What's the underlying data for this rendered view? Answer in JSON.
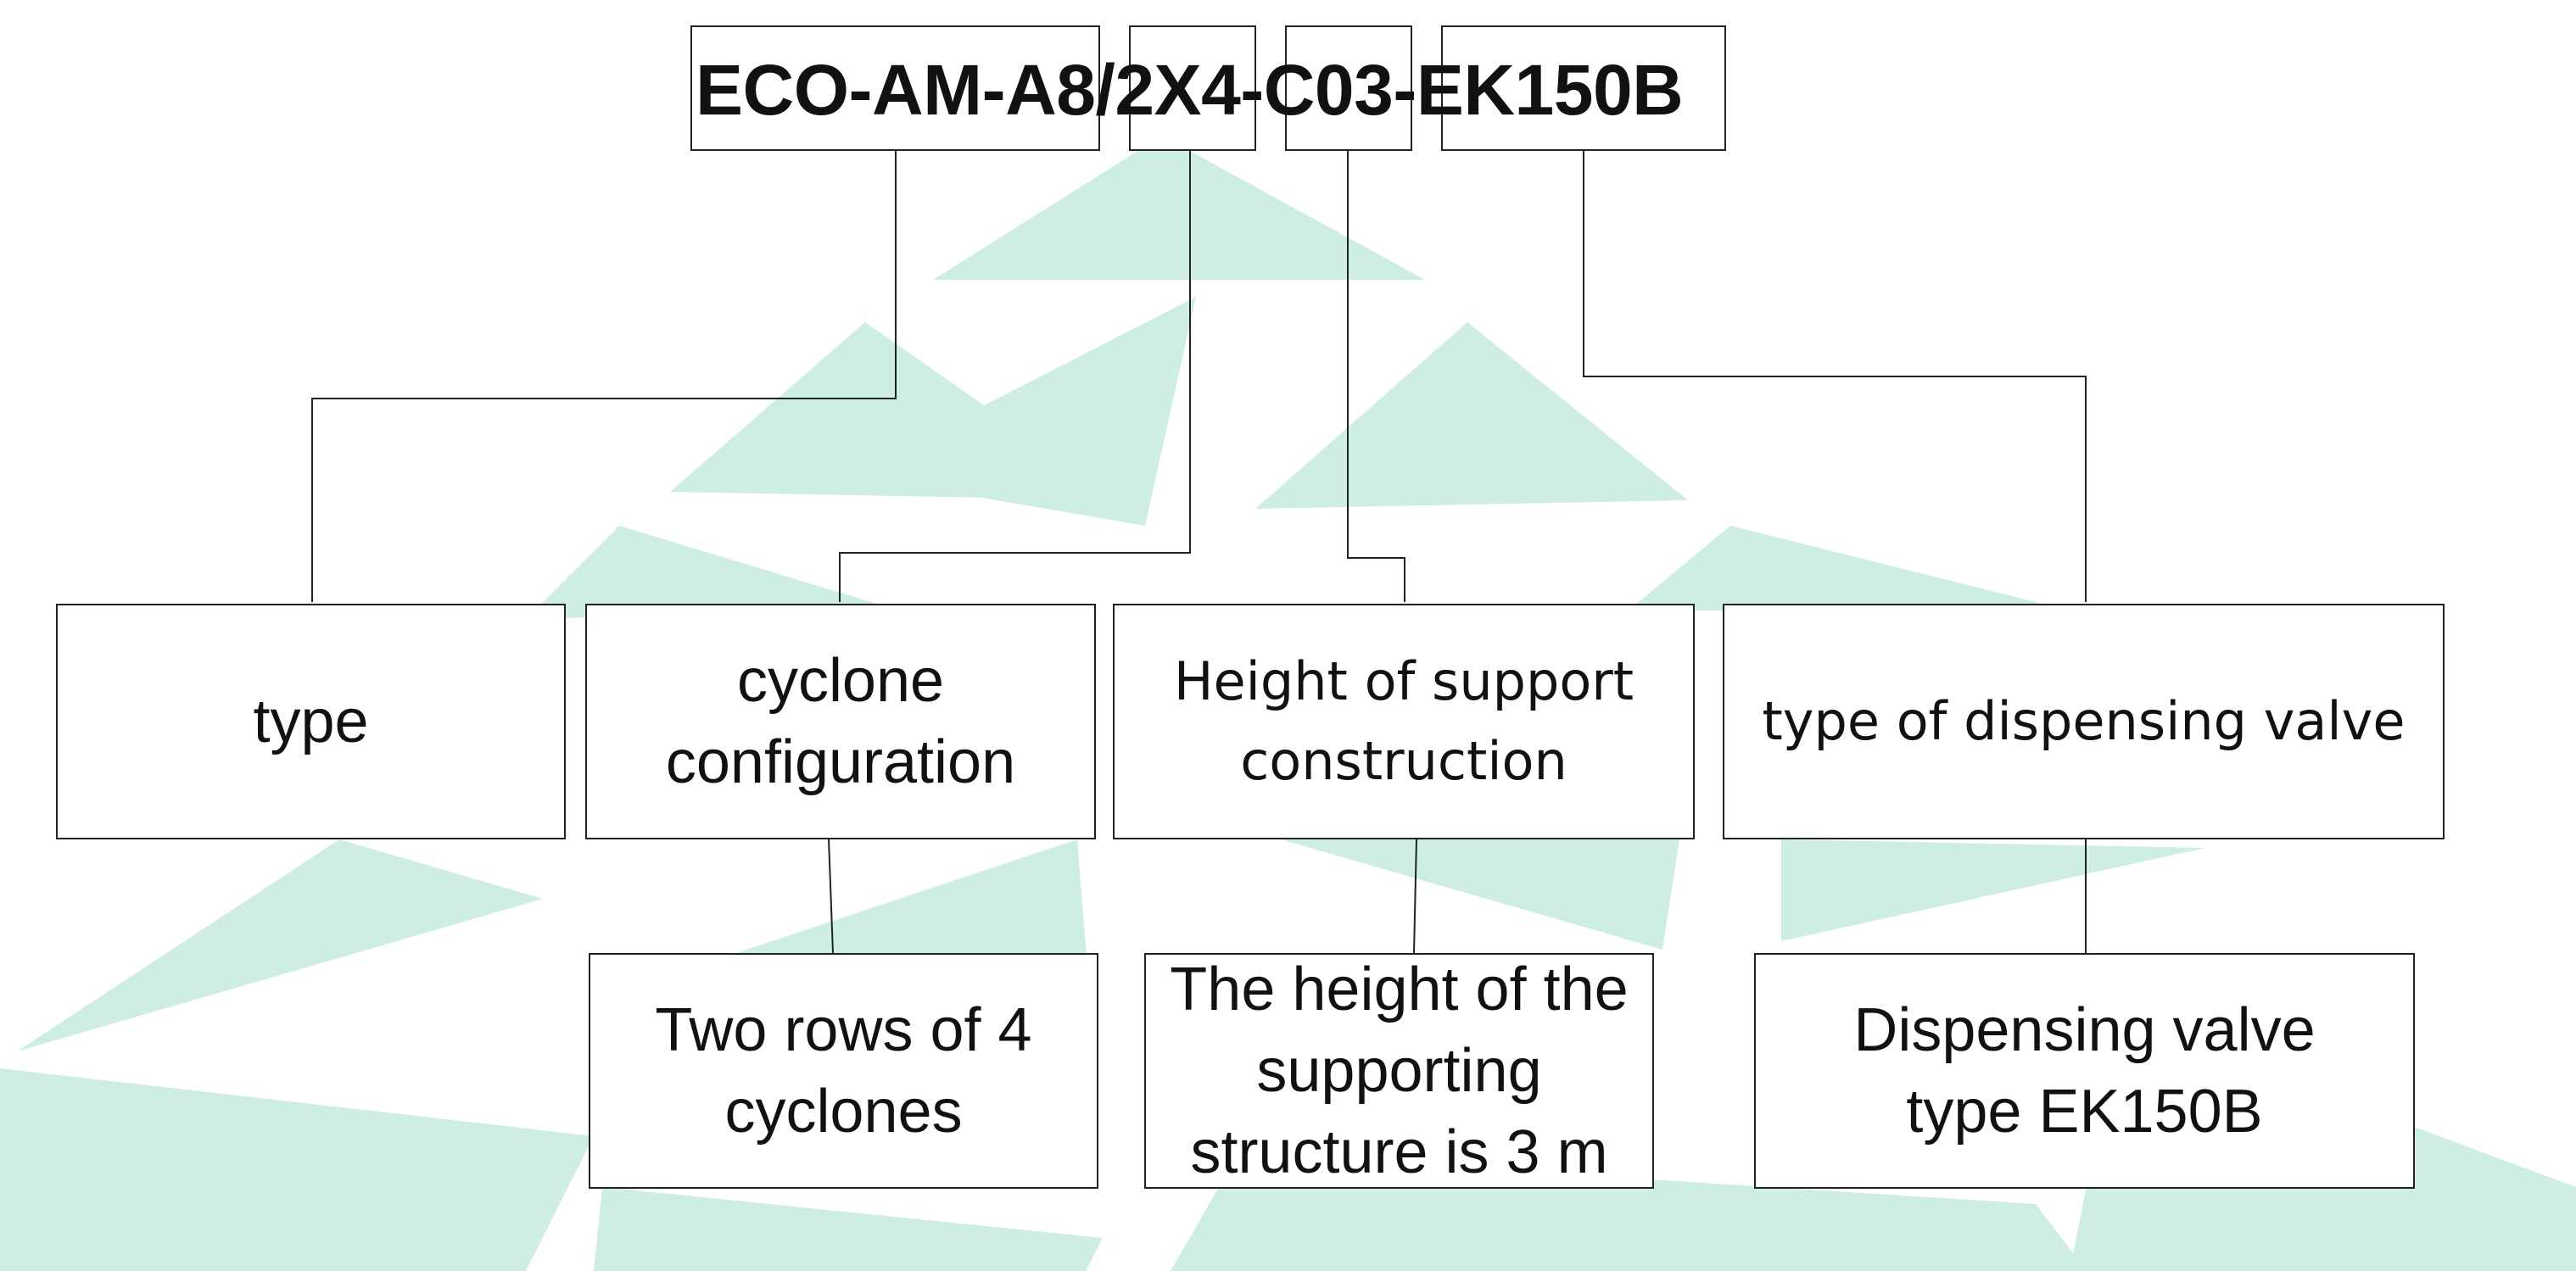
{
  "diagram": {
    "model_code": "ECO-AM-A8/2X4-C03-EK150B",
    "segments": [
      {
        "id": "type-code",
        "text": "ECO-AM-A8"
      },
      {
        "id": "config-code",
        "text": "2X4"
      },
      {
        "id": "height-code",
        "text": "C03"
      },
      {
        "id": "valve-code",
        "text": "EK150B"
      }
    ],
    "categories": {
      "type": "type",
      "cyclone_configuration": "cyclone configuration",
      "support_height": "Height of support construction",
      "valve_type": "type of dispensing valve"
    },
    "details": {
      "cyclone_configuration": "Two rows of 4 cyclones",
      "support_height": "The height of the supporting structure is 3 m",
      "valve_type": "Dispensing valve type EK150B"
    }
  },
  "colors": {
    "watermark": "#cdeee1",
    "line": "#222222",
    "text": "#111111"
  }
}
